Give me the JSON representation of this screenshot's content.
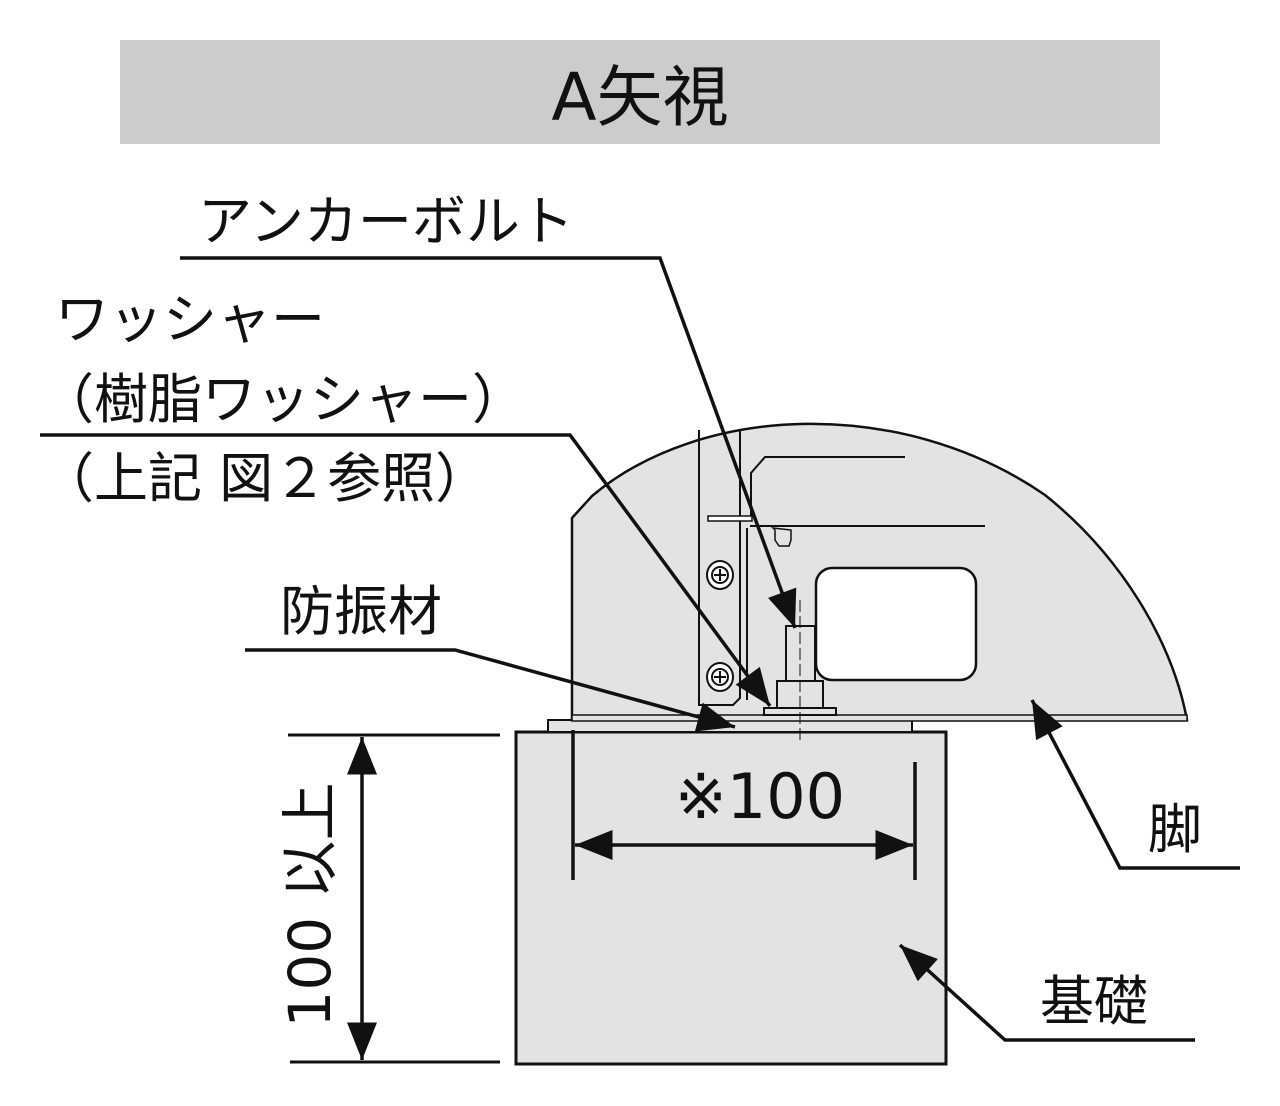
{
  "title": "A矢視",
  "labels": {
    "anchor_bolt": "アンカーボルト",
    "washer": "ワッシャー",
    "washer_sub": "（樹脂ワッシャー）",
    "washer_ref": "（上記 図２参照）",
    "vibration_pad": "防振材",
    "leg": "脚",
    "foundation": "基礎"
  },
  "dimensions": {
    "width": "※100",
    "height": "100 以上"
  },
  "colors": {
    "title_band": "#cccccc",
    "part_fill": "#e3e3e3",
    "line": "#111111"
  }
}
